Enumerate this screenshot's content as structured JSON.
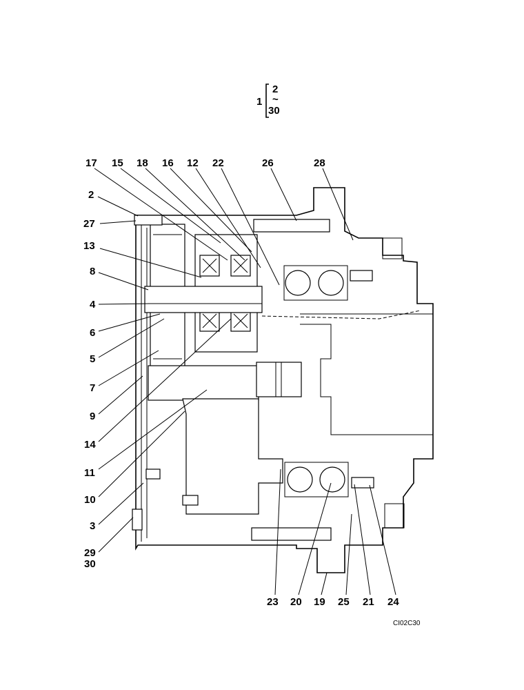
{
  "title_block": {
    "assembly": "1",
    "range_start": "2",
    "range_sep": "~",
    "range_end": "30"
  },
  "callouts": [
    {
      "id": "c17",
      "text": "17"
    },
    {
      "id": "c15",
      "text": "15"
    },
    {
      "id": "c18",
      "text": "18"
    },
    {
      "id": "c16",
      "text": "16"
    },
    {
      "id": "c12",
      "text": "12"
    },
    {
      "id": "c22",
      "text": "22"
    },
    {
      "id": "c26",
      "text": "26"
    },
    {
      "id": "c28",
      "text": "28"
    },
    {
      "id": "c2",
      "text": "2"
    },
    {
      "id": "c27",
      "text": "27"
    },
    {
      "id": "c13",
      "text": "13"
    },
    {
      "id": "c8",
      "text": "8"
    },
    {
      "id": "c4",
      "text": "4"
    },
    {
      "id": "c6",
      "text": "6"
    },
    {
      "id": "c5",
      "text": "5"
    },
    {
      "id": "c7",
      "text": "7"
    },
    {
      "id": "c9",
      "text": "9"
    },
    {
      "id": "c14",
      "text": "14"
    },
    {
      "id": "c11",
      "text": "11"
    },
    {
      "id": "c10",
      "text": "10"
    },
    {
      "id": "c3",
      "text": "3"
    },
    {
      "id": "c29",
      "text": "29"
    },
    {
      "id": "c30",
      "text": "30"
    },
    {
      "id": "c23",
      "text": "23"
    },
    {
      "id": "c20",
      "text": "20"
    },
    {
      "id": "c19",
      "text": "19"
    },
    {
      "id": "c25",
      "text": "25"
    },
    {
      "id": "c21",
      "text": "21"
    },
    {
      "id": "c24",
      "text": "24"
    }
  ],
  "figure_ref": "CI02C30"
}
